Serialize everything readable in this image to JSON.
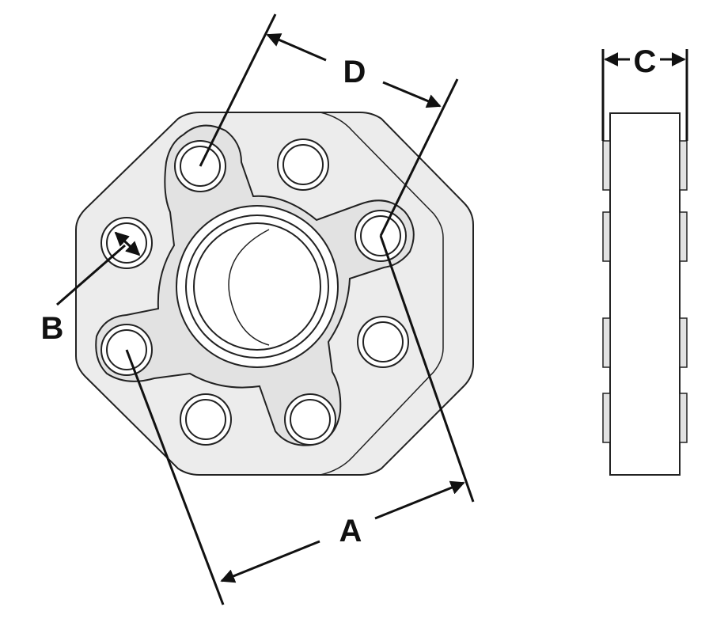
{
  "labels": {
    "A": "A",
    "B": "B",
    "C": "C",
    "D": "D"
  },
  "colors": {
    "outline": "#222222",
    "fill": "#ececec",
    "hub": "#e2e2e2",
    "dimension": "#111111"
  }
}
